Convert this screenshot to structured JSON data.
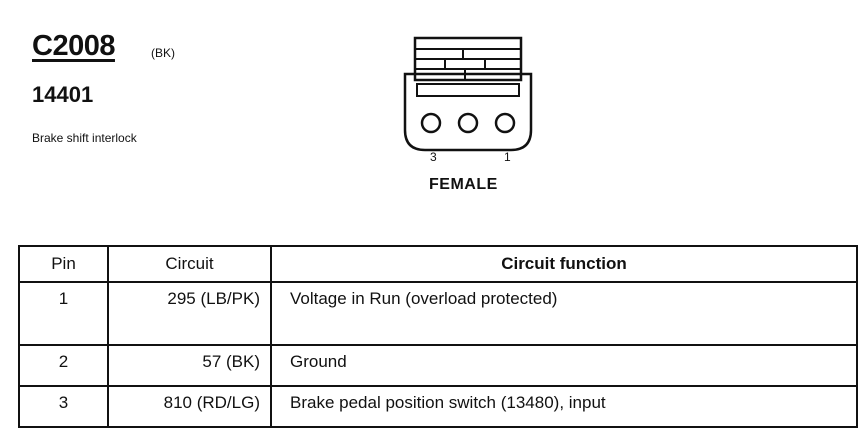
{
  "header": {
    "connector_id": "C2008",
    "color_code": "(BK)",
    "part_number": "14401",
    "description": "Brake shift interlock"
  },
  "connector_view": {
    "pin_label_left": "3",
    "pin_label_right": "1",
    "gender": "FEMALE",
    "pin_count": 3
  },
  "table": {
    "headers": {
      "pin": "Pin",
      "circuit": "Circuit",
      "function": "Circuit function"
    },
    "rows": [
      {
        "pin": "1",
        "circuit": "295 (LB/PK)",
        "function": "Voltage in Run (overload protected)"
      },
      {
        "pin": "2",
        "circuit": "57 (BK)",
        "function": "Ground"
      },
      {
        "pin": "3",
        "circuit": "810 (RD/LG)",
        "function": "Brake pedal position switch (13480), input"
      }
    ]
  }
}
